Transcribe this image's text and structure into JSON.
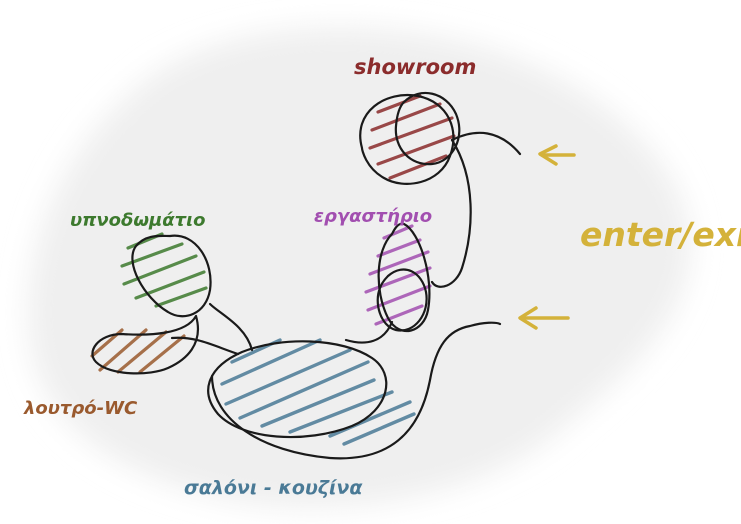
{
  "labels": {
    "showroom": "showroom",
    "bedroom": "υπνοδωμάτιο",
    "workshop": "εργαστήριο",
    "bath": "λουτρό-WC",
    "living": "σαλόνι - κουζίνα",
    "entrance": "enter/exit"
  },
  "colors": {
    "showroom": "#8b2c2c",
    "bedroom": "#3d7a2e",
    "workshop": "#a24fb0",
    "bath": "#9a5a2e",
    "living": "#4a7a96",
    "entrance": "#d4b23a",
    "line": "#1a1a1a",
    "blob": "#f1f1f1"
  },
  "icons": [
    "arrow-left-icon",
    "arrow-left-icon"
  ]
}
